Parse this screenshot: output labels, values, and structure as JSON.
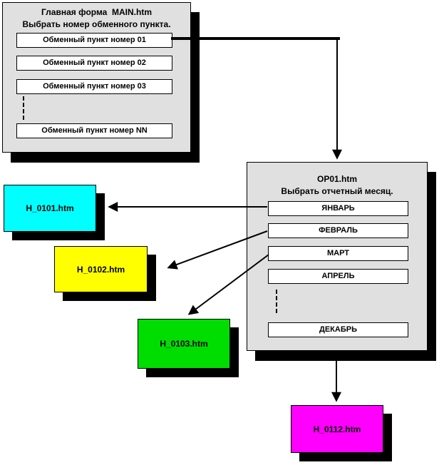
{
  "diagram": {
    "main_form": {
      "title": "Главная форма  MAIN.htm",
      "subtitle": "Выбрать номер обменного пункта.",
      "buttons": [
        "Обменный пункт номер 01",
        "Обменный пункт номер 02",
        "Обменный пункт номер 03",
        "Обменный пункт номер NN"
      ]
    },
    "op_form": {
      "title": "OP01.htm",
      "subtitle": "Выбрать отчетный месяц.",
      "buttons": [
        "ЯНВАРЬ",
        "ФЕВРАЛЬ",
        "МАРТ",
        "АПРЕЛЬ",
        "ДЕКАБРЬ"
      ]
    },
    "pages": [
      {
        "label": "H_0101.htm",
        "color": "#00ffff"
      },
      {
        "label": "H_0102.htm",
        "color": "#ffff00"
      },
      {
        "label": "H_0103.htm",
        "color": "#00dd00"
      },
      {
        "label": "H_0112.htm",
        "color": "#ff00ff"
      }
    ],
    "connections": [
      {
        "from": "Обменный пункт номер 01",
        "to": "OP01.htm"
      },
      {
        "from": "ЯНВАРЬ",
        "to": "H_0101.htm"
      },
      {
        "from": "ФЕВРАЛЬ",
        "to": "H_0102.htm"
      },
      {
        "from": "МАРТ",
        "to": "H_0103.htm"
      },
      {
        "from": "ДЕКАБРЬ",
        "to": "H_0112.htm"
      }
    ],
    "colors": {
      "panel_bg": "#e0e0e0",
      "button_bg": "#ffffff",
      "shadow": "#000000",
      "arrow": "#000000"
    }
  }
}
